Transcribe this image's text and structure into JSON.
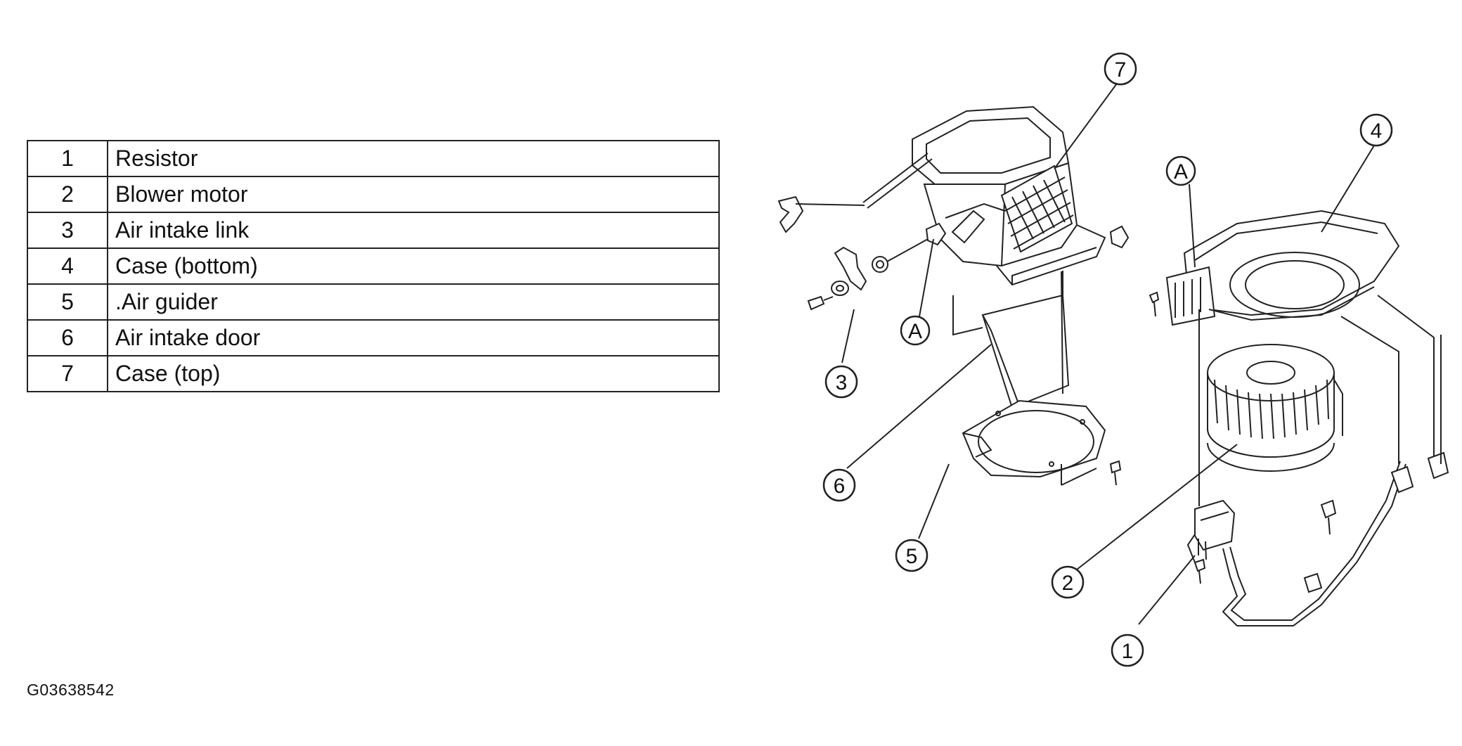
{
  "legend": [
    {
      "num": "1",
      "name": "Resistor"
    },
    {
      "num": "2",
      "name": "Blower motor"
    },
    {
      "num": "3",
      "name": "Air intake link"
    },
    {
      "num": "4",
      "name": "Case (bottom)"
    },
    {
      "num": "5",
      "name": ".Air guider"
    },
    {
      "num": "6",
      "name": "Air intake door"
    },
    {
      "num": "7",
      "name": "Case (top)"
    }
  ],
  "figure_code": "G03638542",
  "callouts": {
    "c1": "1",
    "c2": "2",
    "c3": "3",
    "c4": "4",
    "c5": "5",
    "c6": "6",
    "c7": "7",
    "a_left": "A",
    "a_right": "A"
  }
}
